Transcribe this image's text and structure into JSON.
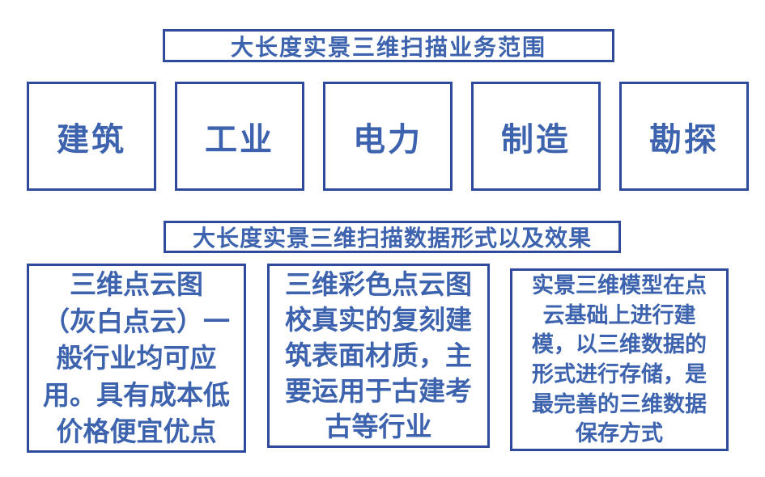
{
  "colors": {
    "border": "#2e4a9d",
    "text": "#3d63ae",
    "background": "#ffffff"
  },
  "scope_section": {
    "title": "大长度实景三维扫描业务范围",
    "industries": [
      "建筑",
      "工业",
      "电力",
      "制造",
      "勘探"
    ]
  },
  "data_section": {
    "title": "大长度实景三维扫描数据形式以及效果",
    "cards": [
      {
        "text": "三维点云图\n（灰白点云）一\n般行业均可应\n用。具有成本低\n价格便宜优点"
      },
      {
        "text": "三维彩色点云图\n校真实的复刻建\n筑表面材质，主\n要运用于古建考\n古等行业"
      },
      {
        "text": "实景三维模型在点\n云基础上进行建\n模，以三维数据的\n形式进行存储，是\n最完善的三维数据\n保存方式"
      }
    ]
  }
}
